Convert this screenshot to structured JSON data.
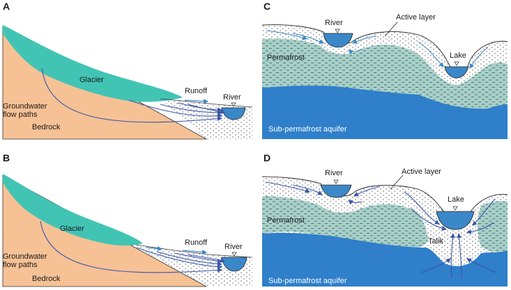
{
  "panels": {
    "a": {
      "letter": "A",
      "glacier": "Glacier",
      "runoff": "Runoff",
      "river": "River",
      "groundwater_line1": "Groundwater",
      "groundwater_line2": "flow paths",
      "bedrock": "Bedrock"
    },
    "b": {
      "letter": "B",
      "glacier": "Glacier",
      "runoff": "Runoff",
      "river": "River",
      "groundwater_line1": "Groundwater",
      "groundwater_line2": "flow paths",
      "bedrock": "Bedrock"
    },
    "c": {
      "letter": "C",
      "river": "River",
      "active_layer": "Active layer",
      "lake": "Lake",
      "permafrost": "Permafrost",
      "aquifer": "Sub-permafrost aquifer"
    },
    "d": {
      "letter": "D",
      "river": "River",
      "active_layer": "Active layer",
      "lake": "Lake",
      "permafrost": "Permafrost",
      "talik": "Talik",
      "aquifer": "Sub-permafrost aquifer"
    }
  },
  "colors": {
    "bedrock": "#f6c195",
    "glacier": "#42c4b4",
    "water": "#3b88c9",
    "aquifer": "#2f7fca",
    "permafrost": "#a9cfc9",
    "flow_arrow": "#3a56a8"
  }
}
